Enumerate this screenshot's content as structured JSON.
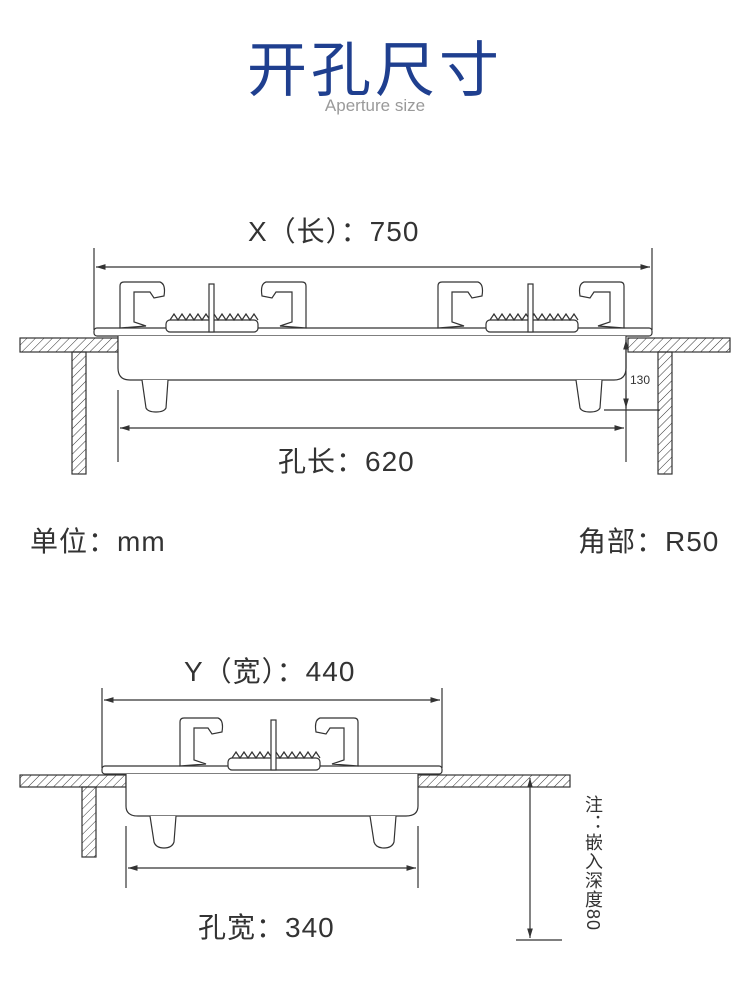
{
  "header": {
    "title": "开孔尺寸",
    "subtitle": "Aperture size"
  },
  "top_view": {
    "x_label": "X（长）：750",
    "hole_length_label": "孔长：620",
    "depth_label": "130"
  },
  "labels": {
    "unit": "单位：mm",
    "corner": "角部：R50"
  },
  "side_view": {
    "y_label": "Y（宽）：440",
    "hole_width_label": "孔宽：340",
    "note": "注：嵌入深度80"
  },
  "colors": {
    "title": "#1f3f8f",
    "line": "#333333",
    "subtitle": "#9a9a9a"
  }
}
